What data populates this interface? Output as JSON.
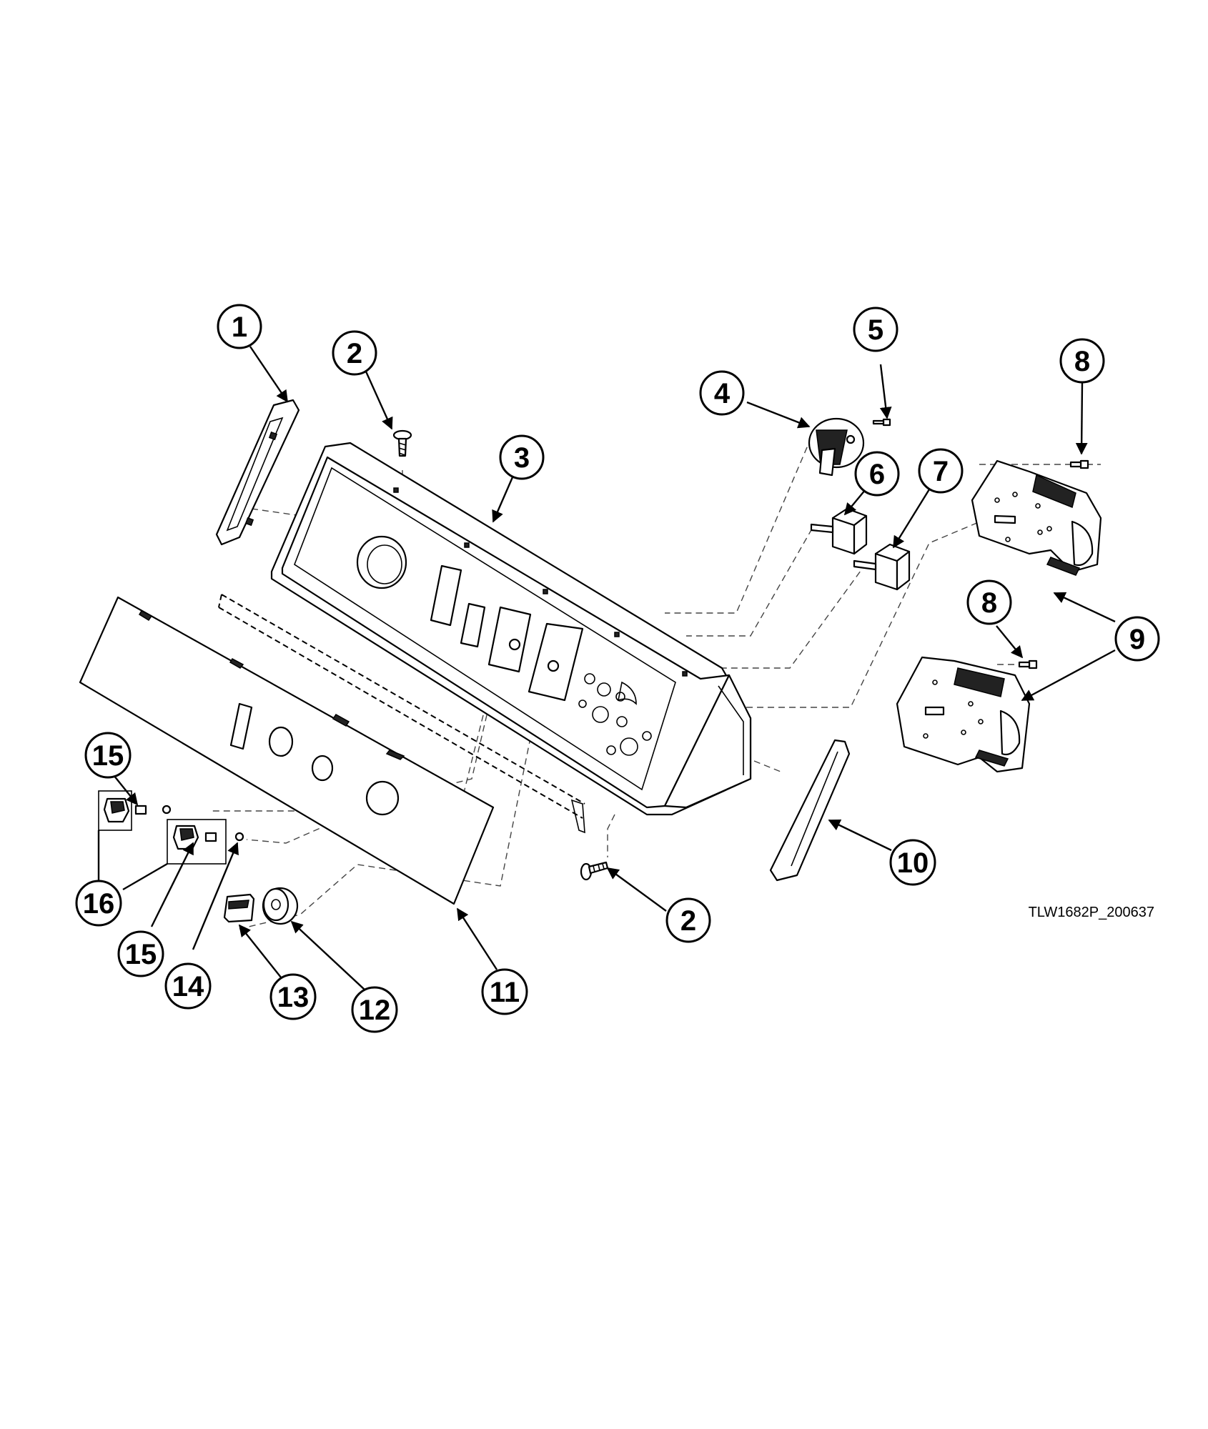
{
  "diagram": {
    "code": "TLW1682P_200637",
    "callouts": [
      {
        "id": "c1",
        "label": "1"
      },
      {
        "id": "c2a",
        "label": "2"
      },
      {
        "id": "c3",
        "label": "3"
      },
      {
        "id": "c4",
        "label": "4"
      },
      {
        "id": "c5",
        "label": "5"
      },
      {
        "id": "c6",
        "label": "6"
      },
      {
        "id": "c7",
        "label": "7"
      },
      {
        "id": "c8a",
        "label": "8"
      },
      {
        "id": "c8b",
        "label": "8"
      },
      {
        "id": "c9",
        "label": "9"
      },
      {
        "id": "c10",
        "label": "10"
      },
      {
        "id": "c2b",
        "label": "2"
      },
      {
        "id": "c11",
        "label": "11"
      },
      {
        "id": "c12",
        "label": "12"
      },
      {
        "id": "c13",
        "label": "13"
      },
      {
        "id": "c14",
        "label": "14"
      },
      {
        "id": "c15a",
        "label": "15"
      },
      {
        "id": "c15b",
        "label": "15"
      },
      {
        "id": "c16",
        "label": "16"
      }
    ]
  }
}
